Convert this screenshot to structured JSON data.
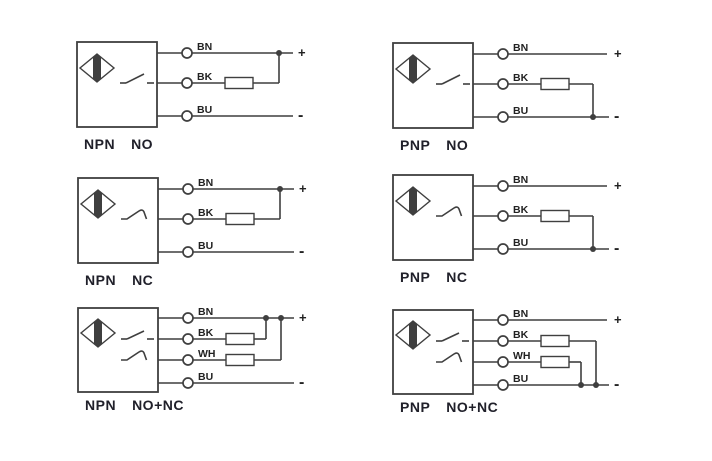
{
  "page": {
    "background": "#ffffff",
    "line_color": "#3f3f3f",
    "wire_label_color": "#222222",
    "caption_color": "#20202a"
  },
  "diagrams": [
    {
      "id": "npn-no",
      "type": "NPN",
      "mode": "NO",
      "wires": [
        "BN",
        "BK",
        "BU"
      ],
      "plus": "+",
      "minus": "-"
    },
    {
      "id": "pnp-no",
      "type": "PNP",
      "mode": "NO",
      "wires": [
        "BN",
        "BK",
        "BU"
      ],
      "plus": "+",
      "minus": "-"
    },
    {
      "id": "npn-nc",
      "type": "NPN",
      "mode": "NC",
      "wires": [
        "BN",
        "BK",
        "BU"
      ],
      "plus": "+",
      "minus": "-"
    },
    {
      "id": "pnp-nc",
      "type": "PNP",
      "mode": "NC",
      "wires": [
        "BN",
        "BK",
        "BU"
      ],
      "plus": "+",
      "minus": "-"
    },
    {
      "id": "npn-no-nc",
      "type": "NPN",
      "mode": "NO+NC",
      "wires": [
        "BN",
        "BK",
        "WH",
        "BU"
      ],
      "plus": "+",
      "minus": "-"
    },
    {
      "id": "pnp-no-nc",
      "type": "PNP",
      "mode": "NO+NC",
      "wires": [
        "BN",
        "BK",
        "WH",
        "BU"
      ],
      "plus": "+",
      "minus": "-"
    }
  ]
}
